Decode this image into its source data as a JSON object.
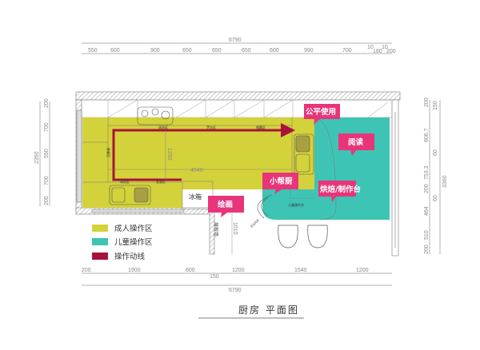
{
  "title": "厨房 平面图",
  "legend": [
    {
      "label": "成人操作区",
      "color": "#d4d23a"
    },
    {
      "label": "儿童操作区",
      "color": "#3ec4b4"
    },
    {
      "label": "操作动线",
      "color": "#a8123a"
    }
  ],
  "callouts": {
    "fair_use": "公平使用",
    "reading": "阅读",
    "little_helper": "小帮厨",
    "baking": "烘焙/制作台",
    "drawing": "绘画"
  },
  "labels": {
    "fridge": "冰箱",
    "kids_table": "儿童操作台",
    "board_wall": "展板墙",
    "zone_a": "清洗区",
    "zone_b": "烹饪区",
    "zone_c": "储藏区",
    "zone_d": "备餐区",
    "zone_e": "清洗区",
    "zone_f": "准备区",
    "radius": "R1000"
  },
  "dimensions": {
    "top_total": "6790",
    "top_segments": [
      "550",
      "600",
      "900",
      "650",
      "650",
      "650",
      "600",
      "990",
      "700",
      "10",
      "180",
      "10",
      "200"
    ],
    "bottom_segments": [
      "200",
      "1900",
      "600",
      "150",
      "1200",
      "1540",
      "1200"
    ],
    "bottom_total": "6790",
    "left_total": "2350",
    "left_segments": [
      "200",
      "700",
      "550",
      "700",
      "200"
    ],
    "right_total": "3360",
    "right_segments": [
      "200",
      "150",
      "806.7",
      "60",
      "753.3",
      "200",
      "60",
      "464",
      "510",
      "200"
    ],
    "inner_depth": "1250",
    "inner_length": "4040",
    "passage": "1010"
  }
}
